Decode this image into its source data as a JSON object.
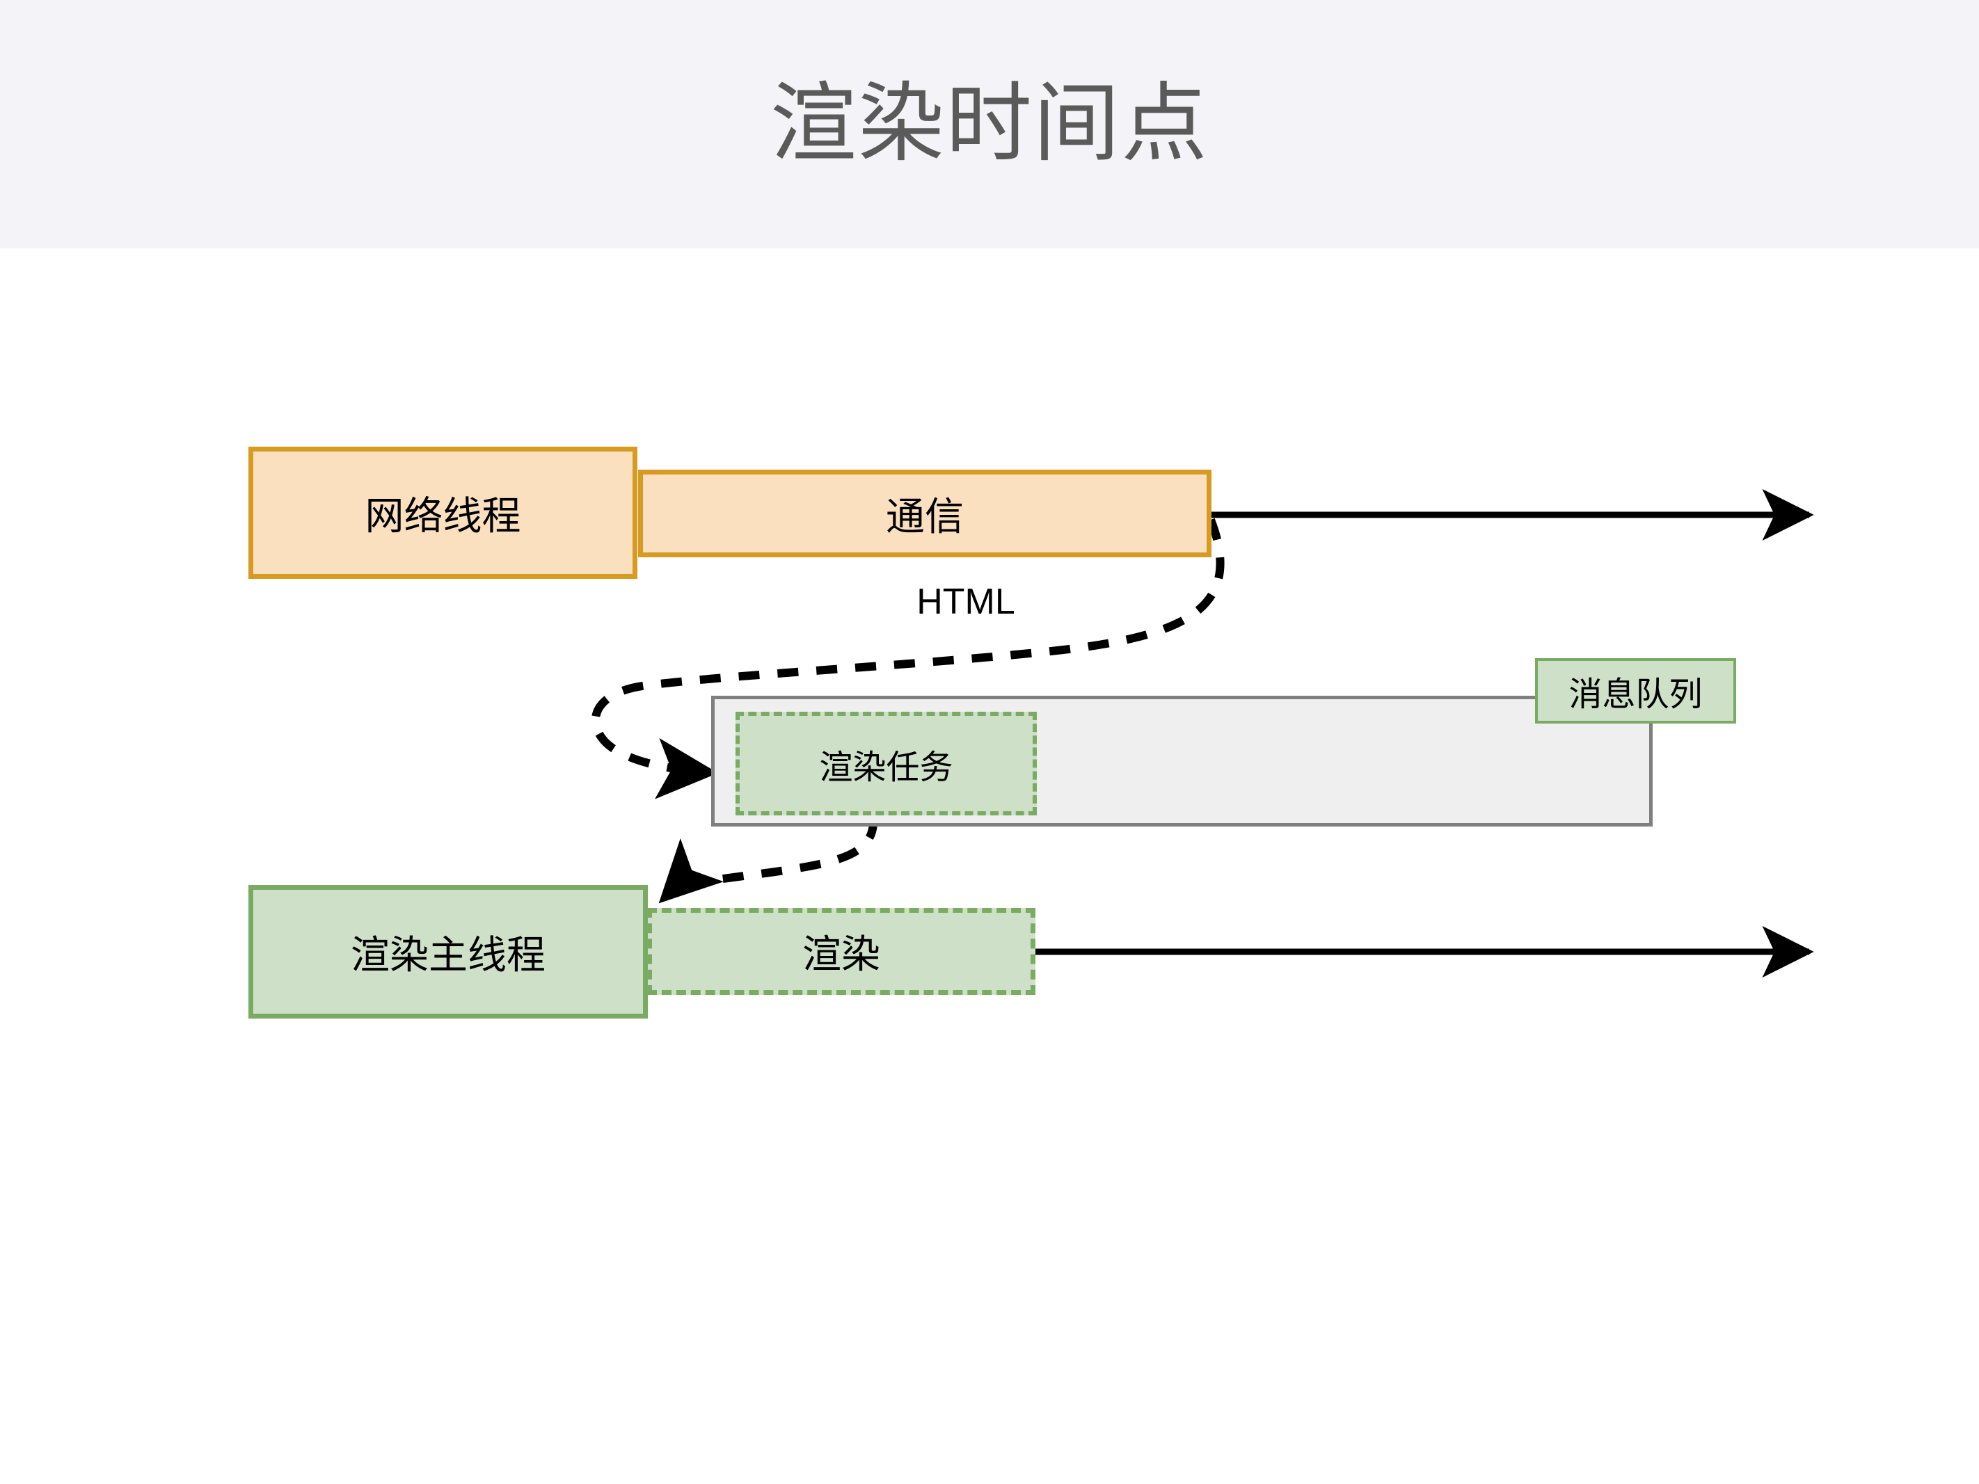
{
  "header": {
    "title": "渲染时间点",
    "background": "#f4f3f8",
    "title_color": "#5a5a5a"
  },
  "colors": {
    "orange_fill": "#fbe0c0",
    "orange_border": "#d79b23",
    "green_fill": "#cee0c8",
    "green_border": "#79ac62",
    "queue_fill": "#efefef",
    "queue_border": "#7f7f7f",
    "arrow": "#000000",
    "canvas": "#ffffff"
  },
  "diagram": {
    "type": "sequence-timeline",
    "lanes": [
      {
        "id": "network-thread",
        "label": "网络线程",
        "style": "orange-solid",
        "activity": {
          "id": "communication",
          "label": "通信",
          "style": "orange-solid"
        },
        "timeline_arrow": true
      },
      {
        "id": "render-main-thread",
        "label": "渲染主线程",
        "style": "green-solid",
        "activity": {
          "id": "render",
          "label": "渲染",
          "style": "green-dashed"
        },
        "timeline_arrow": true
      }
    ],
    "queue": {
      "id": "message-queue",
      "label": "消息队列",
      "style": "gray-solid",
      "items": [
        {
          "id": "render-task",
          "label": "渲染任务",
          "style": "green-dashed"
        }
      ]
    },
    "edges": [
      {
        "id": "html-edge",
        "label": "HTML",
        "from": "communication",
        "to": "render-task",
        "style": "dashed-curve",
        "arrowhead": "solid-filled"
      },
      {
        "id": "task-to-render-edge",
        "label": "",
        "from": "render-task",
        "to": "render",
        "style": "dashed-curve",
        "arrowhead": "solid-filled"
      }
    ]
  }
}
